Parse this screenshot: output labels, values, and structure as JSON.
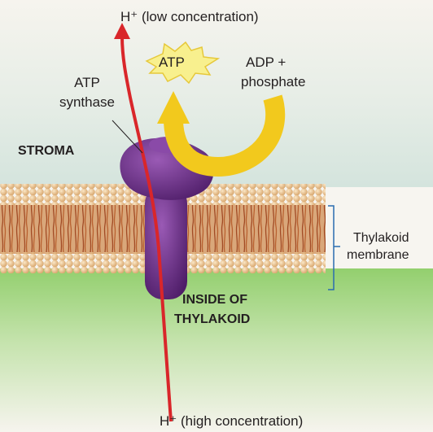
{
  "labels": {
    "h_low": "H⁺ (low concentration)",
    "atp": "ATP",
    "adp_line1": "ADP +",
    "adp_line2": "phosphate",
    "synthase_line1": "ATP",
    "synthase_line2": "synthase",
    "stroma": "STROMA",
    "thylakoid_line1": "Thylakoid",
    "thylakoid_line2": "membrane",
    "inside_line1": "INSIDE OF",
    "inside_line2": "THYLAKOID",
    "h_high": "H⁺ (high concentration)"
  },
  "colors": {
    "proton_arrow": "#d9262a",
    "atp_synthase": "#6a2f86",
    "adp_arrow": "#f2c91d",
    "atp_burst": "#f8f08e",
    "stroma_region": "#d9e6e1",
    "thylakoid_interior": "#a9d782",
    "lipid_head": "#e8c08e",
    "lipid_tail": "#a14a24"
  }
}
